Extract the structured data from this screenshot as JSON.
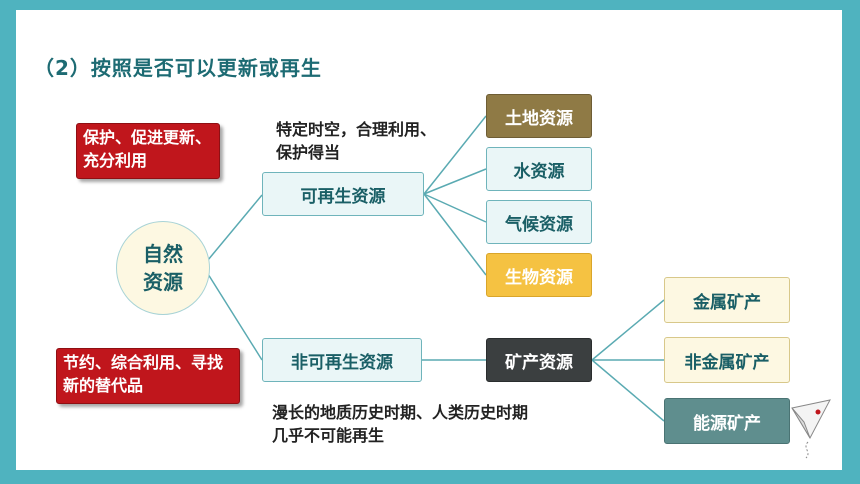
{
  "title": "（2）按照是否可以更新或再生",
  "root": "自然资源",
  "renewable": {
    "label": "可再生资源",
    "note": "特定时空，合理利用、保护得当",
    "children": [
      "土地资源",
      "水资源",
      "气候资源",
      "生物资源"
    ]
  },
  "nonrenewable": {
    "label": "非可再生资源",
    "note": "漫长的地质历史时期、人类历史时期几乎不可能再生",
    "mineral": {
      "label": "矿产资源",
      "children": [
        "金属矿产",
        "非金属矿产",
        "能源矿产"
      ]
    }
  },
  "advice_renewable": "保护、促进更新、充分利用",
  "advice_nonrenewable": "节约、综合利用、寻找新的替代品",
  "colors": {
    "frame": "#4fb3bf",
    "title": "#1d6b73",
    "red": "#c0161c",
    "olive": "#8f7a45",
    "yellow": "#f5c242",
    "dark": "#3b3f40",
    "slate": "#5f8e8e"
  }
}
